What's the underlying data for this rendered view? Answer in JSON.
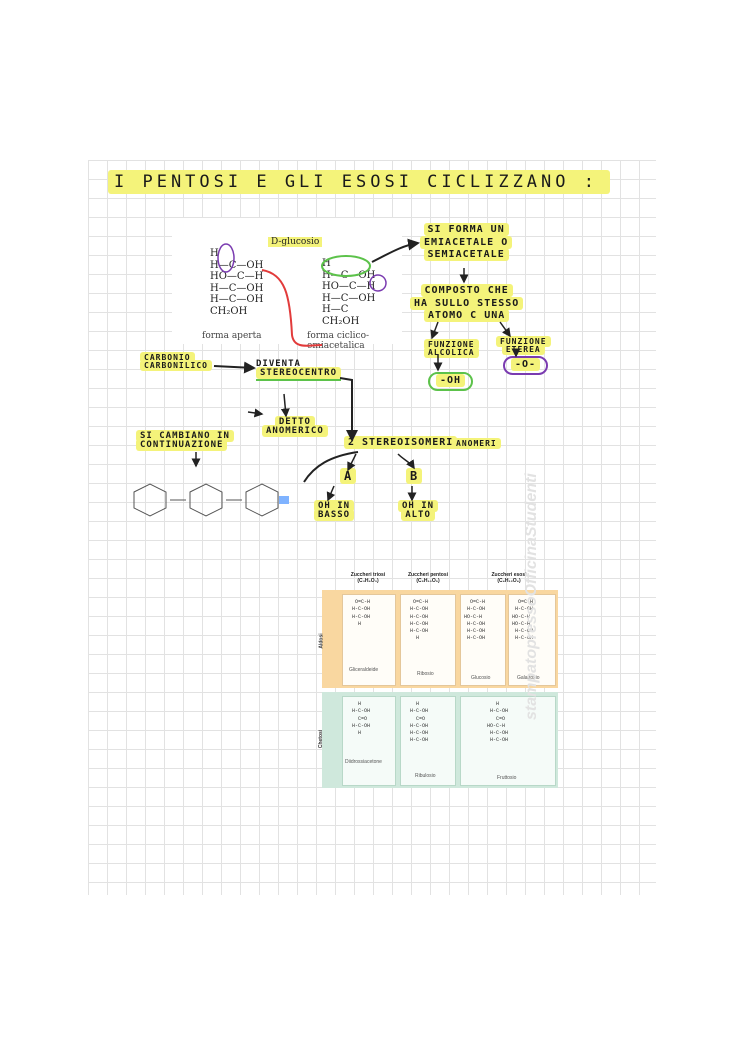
{
  "notes": {
    "title": "I PENTOSI E GLI ESOSI CICLIZZANO :",
    "emiacetale": [
      "SI FORMA UN",
      "EMIACETALE O",
      "SEMIACETALE"
    ],
    "composto": [
      "COMPOSTO CHE",
      "HA SULLO STESSO",
      "ATOMO C UNA"
    ],
    "funzione_alcolica": [
      "FUNZIONE",
      "ALCOLICA"
    ],
    "funzione_eterea": [
      "FUNZIONE",
      "ETEREA"
    ],
    "oh_group": "-OH",
    "o_group": "-O-",
    "carbonio_carbonilico": [
      "CARBONIO",
      "CARBONILICO"
    ],
    "diventa_stereocentro": [
      "DIVENTA",
      "STEREOCENTRO"
    ],
    "detto_anomerico": [
      "DETTO",
      "ANOMERICO"
    ],
    "si_cambiano": [
      "SI CAMBIANO IN",
      "CONTINUAZIONE"
    ],
    "due_stereoisomeri": "2 STEREOISOMERI",
    "anomeri": "ANOMERI",
    "alpha": "α",
    "beta": "β",
    "oh_in_basso": [
      "OH IN",
      "BASSO"
    ],
    "oh_in_alto": [
      "OH IN",
      "ALTO"
    ]
  },
  "glucose_figure": {
    "label": "D-glucosio",
    "caption_open": "forma aperta",
    "caption_cyclic": "forma ciclico-emiacetalica",
    "rows_open": [
      "H",
      "H—C—OH",
      "HO—C—H",
      "H—C—OH",
      "H—C—OH",
      "CH₂OH"
    ],
    "rows_cyclic": [
      "H",
      "H—C—OH",
      "HO—C—H",
      "H—C—OH",
      "H—C",
      "CH₂OH"
    ]
  },
  "sugar_table": {
    "headers": [
      {
        "title": "Zuccheri triosi",
        "formula": "(C₃H₆O₃)"
      },
      {
        "title": "Zuccheri pentosi",
        "formula": "(C₅H₁₀O₅)"
      },
      {
        "title": "Zuccheri esosi",
        "formula": "(C₆H₁₂O₆)"
      }
    ],
    "rows": [
      {
        "label": "Aldosi",
        "names": [
          "Gliceraldeide",
          "Ribosio",
          "Glucosio",
          "Galattosio"
        ]
      },
      {
        "label": "Chetosi",
        "names": [
          "Diidrossiacetone",
          "Ribulosio",
          "Fruttosio"
        ]
      }
    ]
  },
  "watermark": "stampatopressoOfficinaStudenti",
  "colors": {
    "highlight": "#f4f37a",
    "green_circle": "#5cc24a",
    "purple_circle": "#7a3bb0",
    "red_arrow": "#e23b3b",
    "aldose_band": "#f9d7a0",
    "ketose_band": "#cfe8dc"
  }
}
